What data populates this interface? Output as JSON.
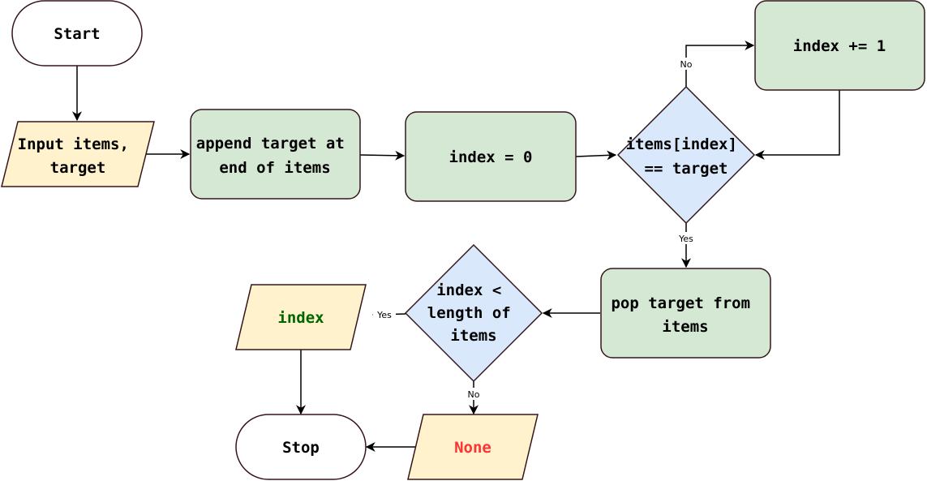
{
  "colors": {
    "process_fill": "#d5e8d4",
    "io_fill": "#fff2cc",
    "decision_fill": "#dae8fc",
    "terminal_fill": "#ffffff",
    "node_stroke": "#36151a",
    "index_output_text": "#006600",
    "none_output_text": "#ff3333"
  },
  "nodes": {
    "start": {
      "lines": [
        "Start"
      ]
    },
    "input": {
      "lines": [
        "Input items,",
        "target"
      ]
    },
    "append": {
      "lines": [
        "append target at",
        "end of items"
      ]
    },
    "index_init": {
      "lines": [
        "index = 0"
      ]
    },
    "compare": {
      "lines": [
        "items[index]",
        "== target"
      ]
    },
    "increment": {
      "lines": [
        "index += 1"
      ]
    },
    "pop": {
      "lines": [
        "pop target from",
        "items"
      ]
    },
    "length_check": {
      "lines": [
        "index <",
        "length of",
        "items"
      ]
    },
    "output_index": {
      "lines": [
        "index"
      ]
    },
    "output_none": {
      "lines": [
        "None"
      ]
    },
    "stop": {
      "lines": [
        "Stop"
      ]
    }
  },
  "edge_labels": {
    "compare_no": "No",
    "compare_yes": "Yes",
    "length_yes": "Yes",
    "length_no": "No"
  }
}
